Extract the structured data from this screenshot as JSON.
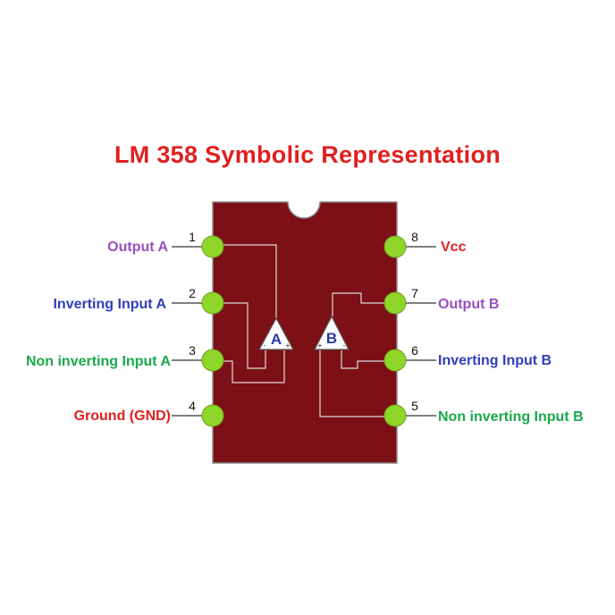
{
  "title": "LM 358 Symbolic Representation",
  "colors": {
    "title": "#e02020",
    "chip_body": "#7d0f16",
    "pin_pad": "#8fd62a",
    "wire": "#dcdcdc",
    "lead": "#333333",
    "amp_fill": "#ffffff",
    "amp_letter": "#2b3aa8"
  },
  "pins": [
    {
      "number": "1",
      "label": "Output A",
      "color": "#9a4fc0"
    },
    {
      "number": "2",
      "label": "Inverting Input A",
      "color": "#2f3fbf"
    },
    {
      "number": "3",
      "label": "Non inverting Input A",
      "color": "#1aa84a"
    },
    {
      "number": "4",
      "label": "Ground (GND)",
      "color": "#e02020"
    },
    {
      "number": "5",
      "label": "Non inverting Input B",
      "color": "#1aa84a"
    },
    {
      "number": "6",
      "label": "Inverting Input B",
      "color": "#2f3fbf"
    },
    {
      "number": "7",
      "label": "Output B",
      "color": "#9a4fc0"
    },
    {
      "number": "8",
      "label": "Vcc",
      "color": "#e02020"
    }
  ],
  "amplifiers": [
    {
      "letter": "A",
      "minus": "-",
      "plus": "+"
    },
    {
      "letter": "B",
      "minus": "-",
      "plus": "+"
    }
  ]
}
